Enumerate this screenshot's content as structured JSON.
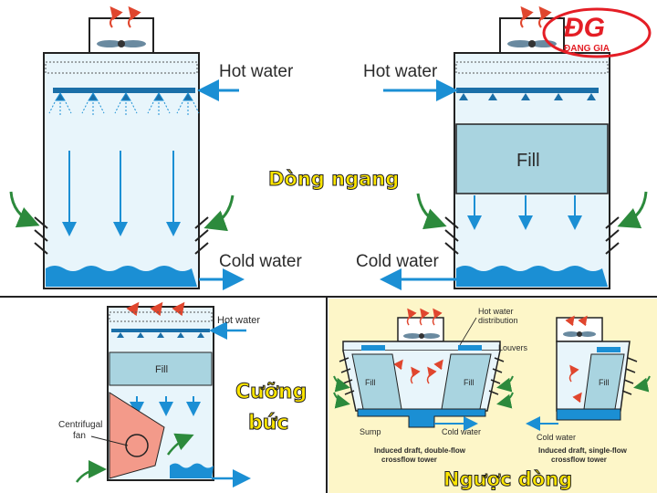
{
  "logo": {
    "mark": "ĐG",
    "name": "ĐẠNG GIA",
    "color": "#e41e26"
  },
  "top_left": {
    "hot_water": "Hot water",
    "cold_water": "Cold water"
  },
  "top_right": {
    "hot_water": "Hot water",
    "fill": "Fill",
    "cold_water": "Cold water"
  },
  "center_title": "Dòng ngang",
  "bottom_left": {
    "hot_water": "Hot water",
    "fill": "Fill",
    "fan_line1": "Centrifugal",
    "fan_line2": "fan",
    "title_line1": "Cưỡng",
    "title_line2": "bức"
  },
  "bottom_right": {
    "hot_water_line1": "Hot water",
    "hot_water_line2": "distribution",
    "louvers": "Louvers",
    "fill_left": "Fill",
    "fill_right": "Fill",
    "fill_single": "Fill",
    "sump": "Sump",
    "cold_water_left": "Cold water",
    "cold_water_right": "Cold water",
    "caption_left_1": "Induced draft, double-flow",
    "caption_left_2": "crossflow tower",
    "caption_right_1": "Induced draft, single-flow",
    "caption_right_2": "crossflow tower",
    "title": "Ngược dòng"
  },
  "colors": {
    "water": "#1b8fd4",
    "air_arrow": "#2c8a3c",
    "heat": "#e0462e",
    "fill": "#a9d4e0",
    "tower_bg": "#e8f5fb",
    "panel_bg": "#fdf6c8",
    "title_yellow": "#ffe600"
  }
}
